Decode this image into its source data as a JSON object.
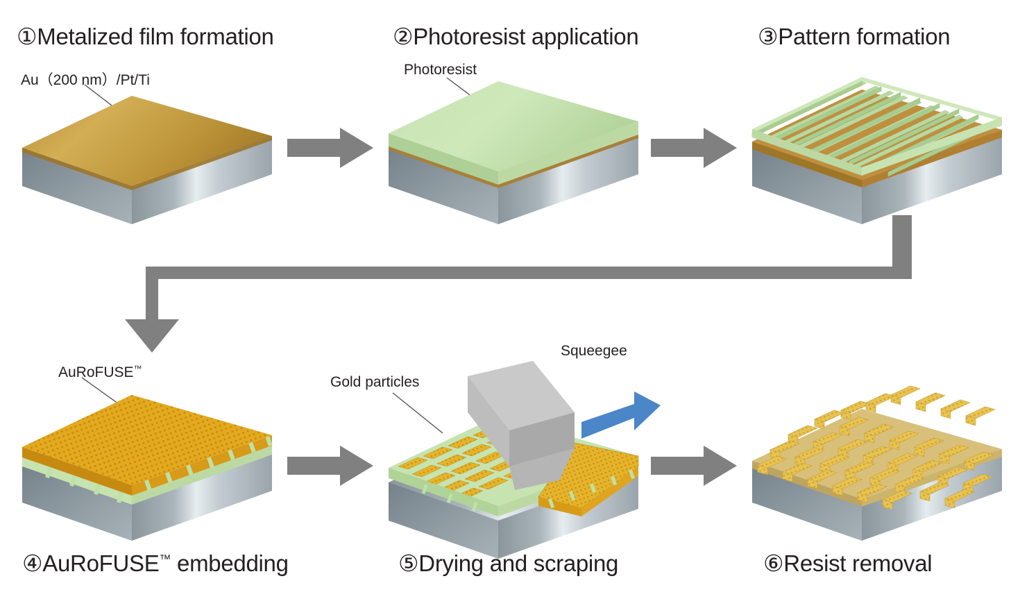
{
  "diagram": {
    "title": "AuRoFUSE gold bump fabrication process",
    "type": "process-flow",
    "background": "#ffffff"
  },
  "colors": {
    "arrow_gray": "#808080",
    "arrow_blue": "#4A86C8",
    "substrate_light": "#D5DCE0",
    "substrate_dark": "#6E7B82",
    "gold_metal": "#C39A3E",
    "gold_metal_dark": "#A87F2C",
    "resist_green": "#BFDFA8",
    "resist_green_dark": "#9CC481",
    "paste_orange": "#E0A520",
    "paste_orange_dark": "#C98E12",
    "squeegee_gray": "#C4C4C4",
    "text": "#231f20"
  },
  "steps": [
    {
      "number": "①",
      "title": "Metalized film formation",
      "annotation": "Au（200 nm）/Pt/Ti",
      "annotation_has_tm": false
    },
    {
      "number": "②",
      "title": "Photoresist application",
      "annotation": "Photoresist",
      "annotation_has_tm": false
    },
    {
      "number": "③",
      "title": "Pattern formation",
      "annotation": "",
      "annotation_has_tm": false
    },
    {
      "number": "④",
      "caption": "AuRoFUSE",
      "caption_tm": "™",
      "caption_tail": " embedding",
      "annotation": "AuRoFUSE",
      "annotation_tm": "™",
      "annotation_has_tm": true
    },
    {
      "number": "⑤",
      "caption": "Drying and scraping",
      "annotation": "Gold particles",
      "annotation2": "Squeegee",
      "annotation_has_tm": false
    },
    {
      "number": "⑥",
      "caption": "Resist removal",
      "annotation": "",
      "annotation_has_tm": false
    }
  ],
  "labels": {
    "step1_title": "①Metalized film formation",
    "step2_title": "②Photoresist application",
    "step3_title": "③Pattern formation",
    "step4_caption_num": "④",
    "step4_caption_main": "AuRoFUSE",
    "step4_caption_tm": "™",
    "step4_caption_tail": " embedding",
    "step5_caption": "⑤Drying and scraping",
    "step6_caption": "⑥Resist removal",
    "anno_au": "Au（200 nm）/Pt/Ti",
    "anno_photoresist": "Photoresist",
    "anno_aurofuse_main": "AuRoFUSE",
    "anno_aurofuse_tm": "™",
    "anno_gold_particles": "Gold particles",
    "anno_squeegee": "Squeegee"
  },
  "icons": {
    "arrow_right_1": "arrow-right-icon",
    "arrow_right_2": "arrow-right-icon",
    "arrow_elbow": "arrow-elbow-down-icon",
    "arrow_right_3": "arrow-right-icon",
    "arrow_right_4": "arrow-right-icon",
    "arrow_blue_push": "arrow-right-blue-icon"
  }
}
